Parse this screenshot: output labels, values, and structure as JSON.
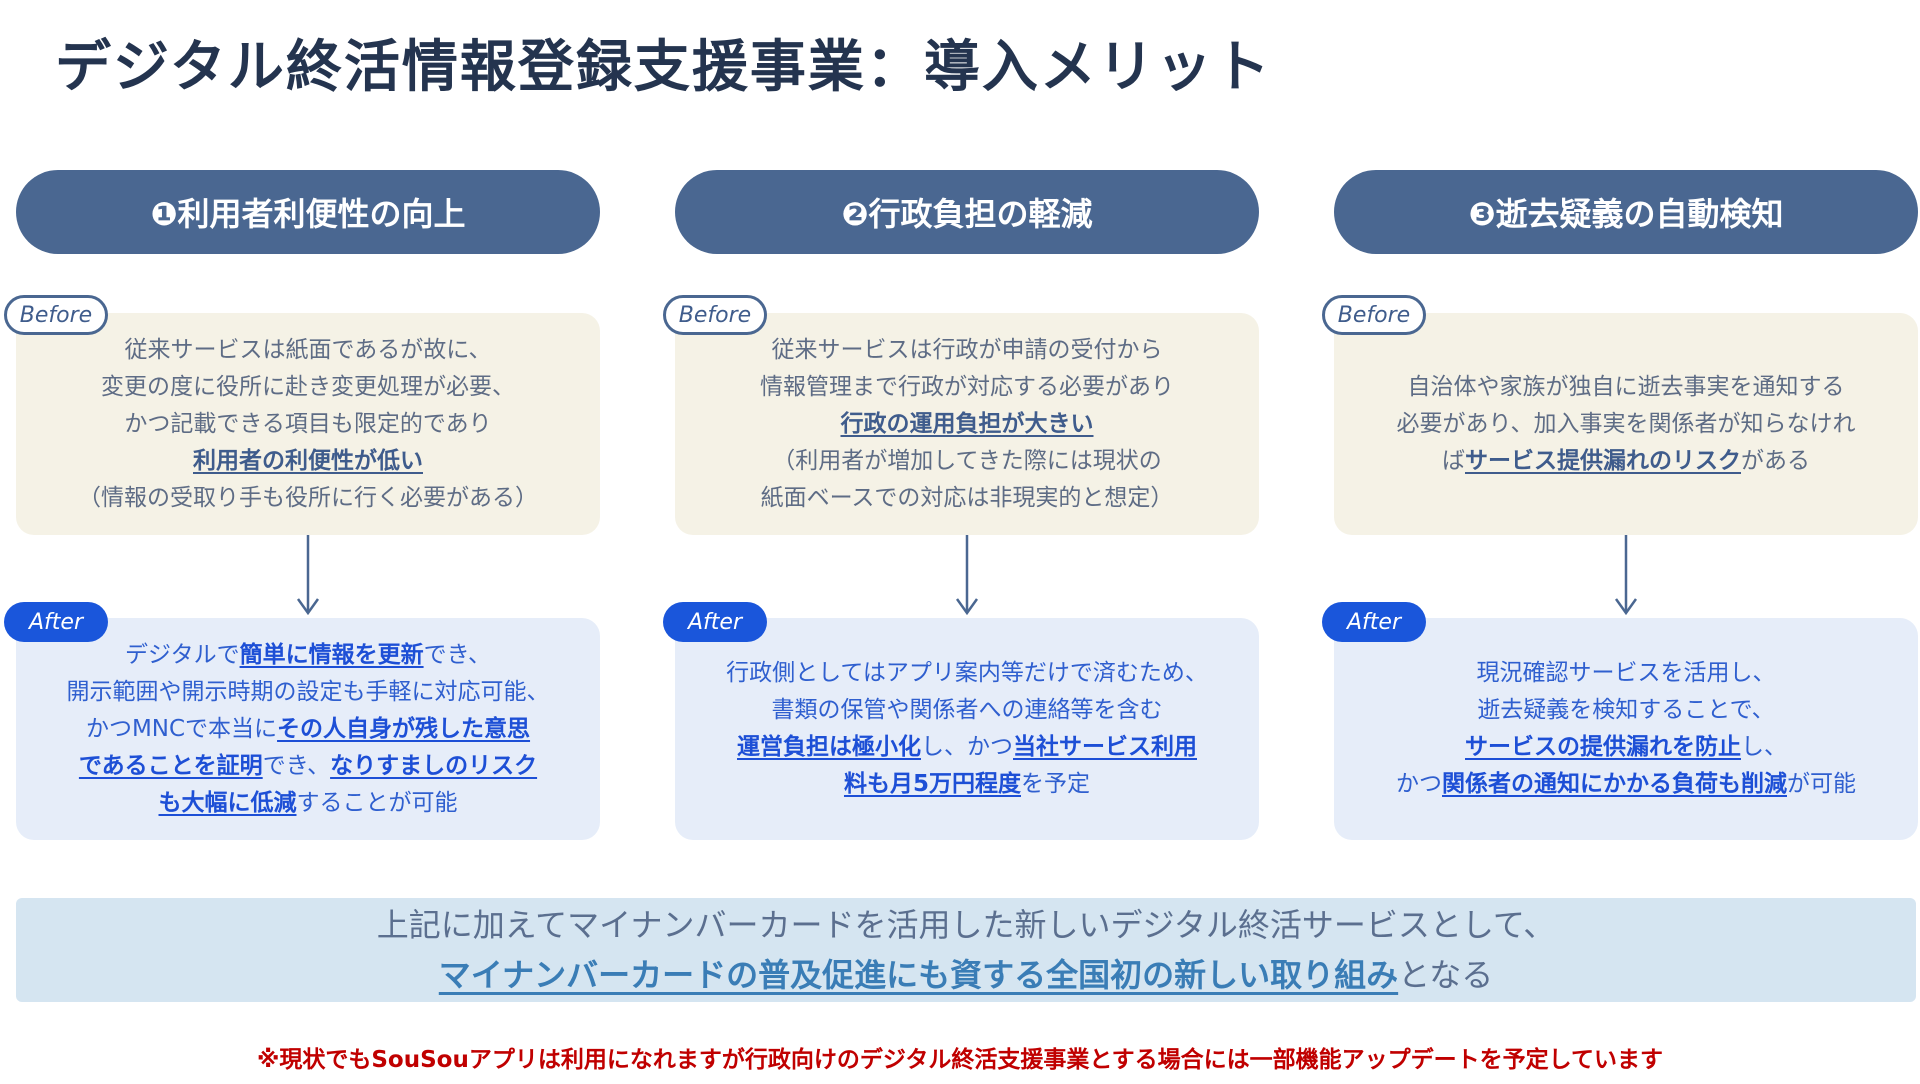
{
  "title": "デジタル終活情報登録支援事業：導入メリット",
  "labels": {
    "before": "Before",
    "after": "After"
  },
  "columns": [
    {
      "heading": "❶利用者利便性の向上",
      "before": [
        [
          {
            "t": "従来サービスは紙面であるが故に、"
          }
        ],
        [
          {
            "t": "変更の度に役所に赴き変更処理が必要、"
          }
        ],
        [
          {
            "t": "かつ記載できる項目も限定的であり"
          }
        ],
        [
          {
            "t": "利用者の利便性が低い",
            "b": true
          }
        ],
        [
          {
            "t": "（情報の受取り手も役所に行く必要がある）"
          }
        ]
      ],
      "after": [
        [
          {
            "t": "デジタルで"
          },
          {
            "t": "簡単に情報を更新",
            "b": true
          },
          {
            "t": "でき、"
          }
        ],
        [
          {
            "t": "開示範囲や開示時期の設定も手軽に対応可能、"
          }
        ],
        [
          {
            "t": "かつMNCで本当に"
          },
          {
            "t": "その人自身が残した意思",
            "b": true
          }
        ],
        [
          {
            "t": "であることを証明",
            "b": true
          },
          {
            "t": "でき、"
          },
          {
            "t": "なりすましのリスク",
            "b": true
          }
        ],
        [
          {
            "t": "も大幅に低減",
            "b": true
          },
          {
            "t": "することが可能"
          }
        ]
      ]
    },
    {
      "heading": "❷行政負担の軽減",
      "before": [
        [
          {
            "t": "従来サービスは行政が申請の受付から"
          }
        ],
        [
          {
            "t": "情報管理まで行政が対応する必要があり"
          }
        ],
        [
          {
            "t": "行政の運用負担が大きい",
            "b": true
          }
        ],
        [
          {
            "t": "（利用者が増加してきた際には現状の"
          }
        ],
        [
          {
            "t": "紙面ベースでの対応は非現実的と想定）"
          }
        ]
      ],
      "after": [
        [
          {
            "t": "行政側としてはアプリ案内等だけで済むため、"
          }
        ],
        [
          {
            "t": "書類の保管や関係者への連絡等を含む"
          }
        ],
        [
          {
            "t": "運営負担は極小化",
            "b": true
          },
          {
            "t": "し、かつ"
          },
          {
            "t": "当社サービス利用",
            "b": true
          }
        ],
        [
          {
            "t": "料も月5万円程度",
            "b": true
          },
          {
            "t": "を予定"
          }
        ]
      ]
    },
    {
      "heading": "❸逝去疑義の自動検知",
      "before": [
        [
          {
            "t": "自治体や家族が独自に逝去事実を通知する"
          }
        ],
        [
          {
            "t": "必要があり、加入事実を関係者が知らなけれ"
          }
        ],
        [
          {
            "t": "ば"
          },
          {
            "t": "サービス提供漏れのリスク",
            "b": true
          },
          {
            "t": "がある"
          }
        ]
      ],
      "after": [
        [
          {
            "t": "現況確認サービスを活用し、"
          }
        ],
        [
          {
            "t": "逝去疑義を検知することで、"
          }
        ],
        [
          {
            "t": "サービスの提供漏れを防止",
            "b": true
          },
          {
            "t": "し、"
          }
        ],
        [
          {
            "t": "かつ"
          },
          {
            "t": "関係者の通知にかかる負荷も削減",
            "b": true
          },
          {
            "t": "が可能"
          }
        ]
      ]
    }
  ],
  "banner": [
    [
      {
        "t": "上記に加えてマイナンバーカードを活用した新しいデジタル終活サービスとして、"
      }
    ],
    [
      {
        "t": "マイナンバーカードの普及促進にも資する全国初の新しい取り組み",
        "b": true
      },
      {
        "t": "となる"
      }
    ]
  ],
  "footnote": "※現状でもSouSouアプリは利用になれますが行政向けのデジタル終活支援事業とする場合には一部機能アップデートを予定しています",
  "colors": {
    "pill": "#4a6791",
    "before_bg": "#f5f2e6",
    "after_bg": "#e6edf9",
    "after_badge": "#1a56db",
    "note": "#c00000"
  }
}
